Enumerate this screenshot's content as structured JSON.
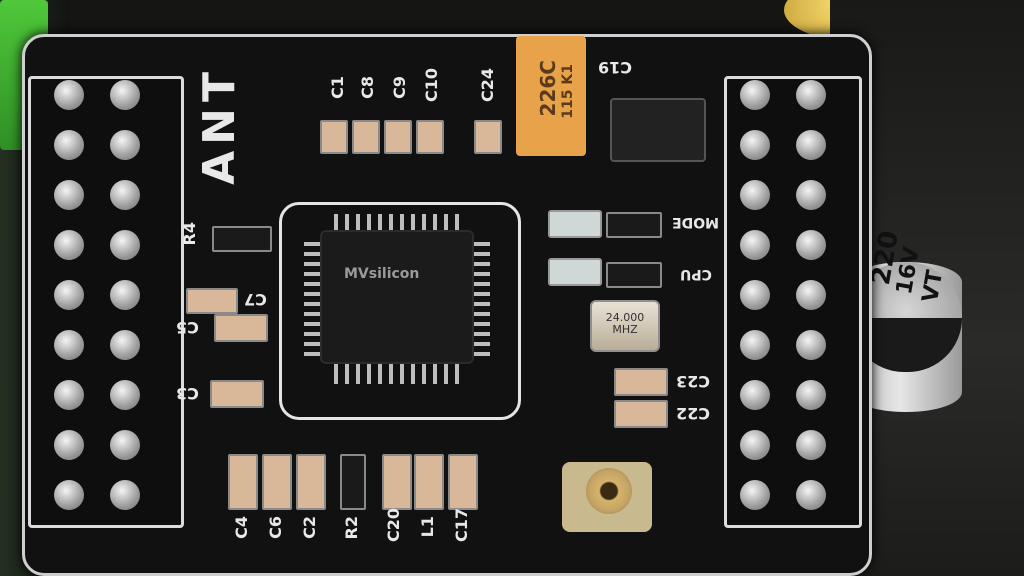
{
  "labels": {
    "logo_text": "ANT",
    "c1": "C1",
    "c8": "C8",
    "c9": "C9",
    "c10": "C10",
    "c24": "C24",
    "c19": "C19",
    "r4": "R4",
    "c7": "C7",
    "c5": "C5",
    "c3": "C3",
    "c4": "C4",
    "c6": "C6",
    "c2": "C2",
    "r2": "R2",
    "c20": "C20",
    "l1": "L1",
    "c17": "C17",
    "c23": "C23",
    "c22": "C22",
    "mode": "MODE",
    "cpu": "CPU",
    "tantalum_code": "226C",
    "tantalum_sub": "115 K1",
    "crystal_freq": "24.000",
    "crystal_unit": "MHZ",
    "chip_marking": "MVsilicon",
    "elcap_value": "220",
    "elcap_voltage": "16V",
    "elcap_series": "VT"
  },
  "colors": {
    "board": "#111111",
    "silkscreen": "#e8e8e8",
    "tantalum": "#e8a34a",
    "connector": "#4fc83a"
  }
}
